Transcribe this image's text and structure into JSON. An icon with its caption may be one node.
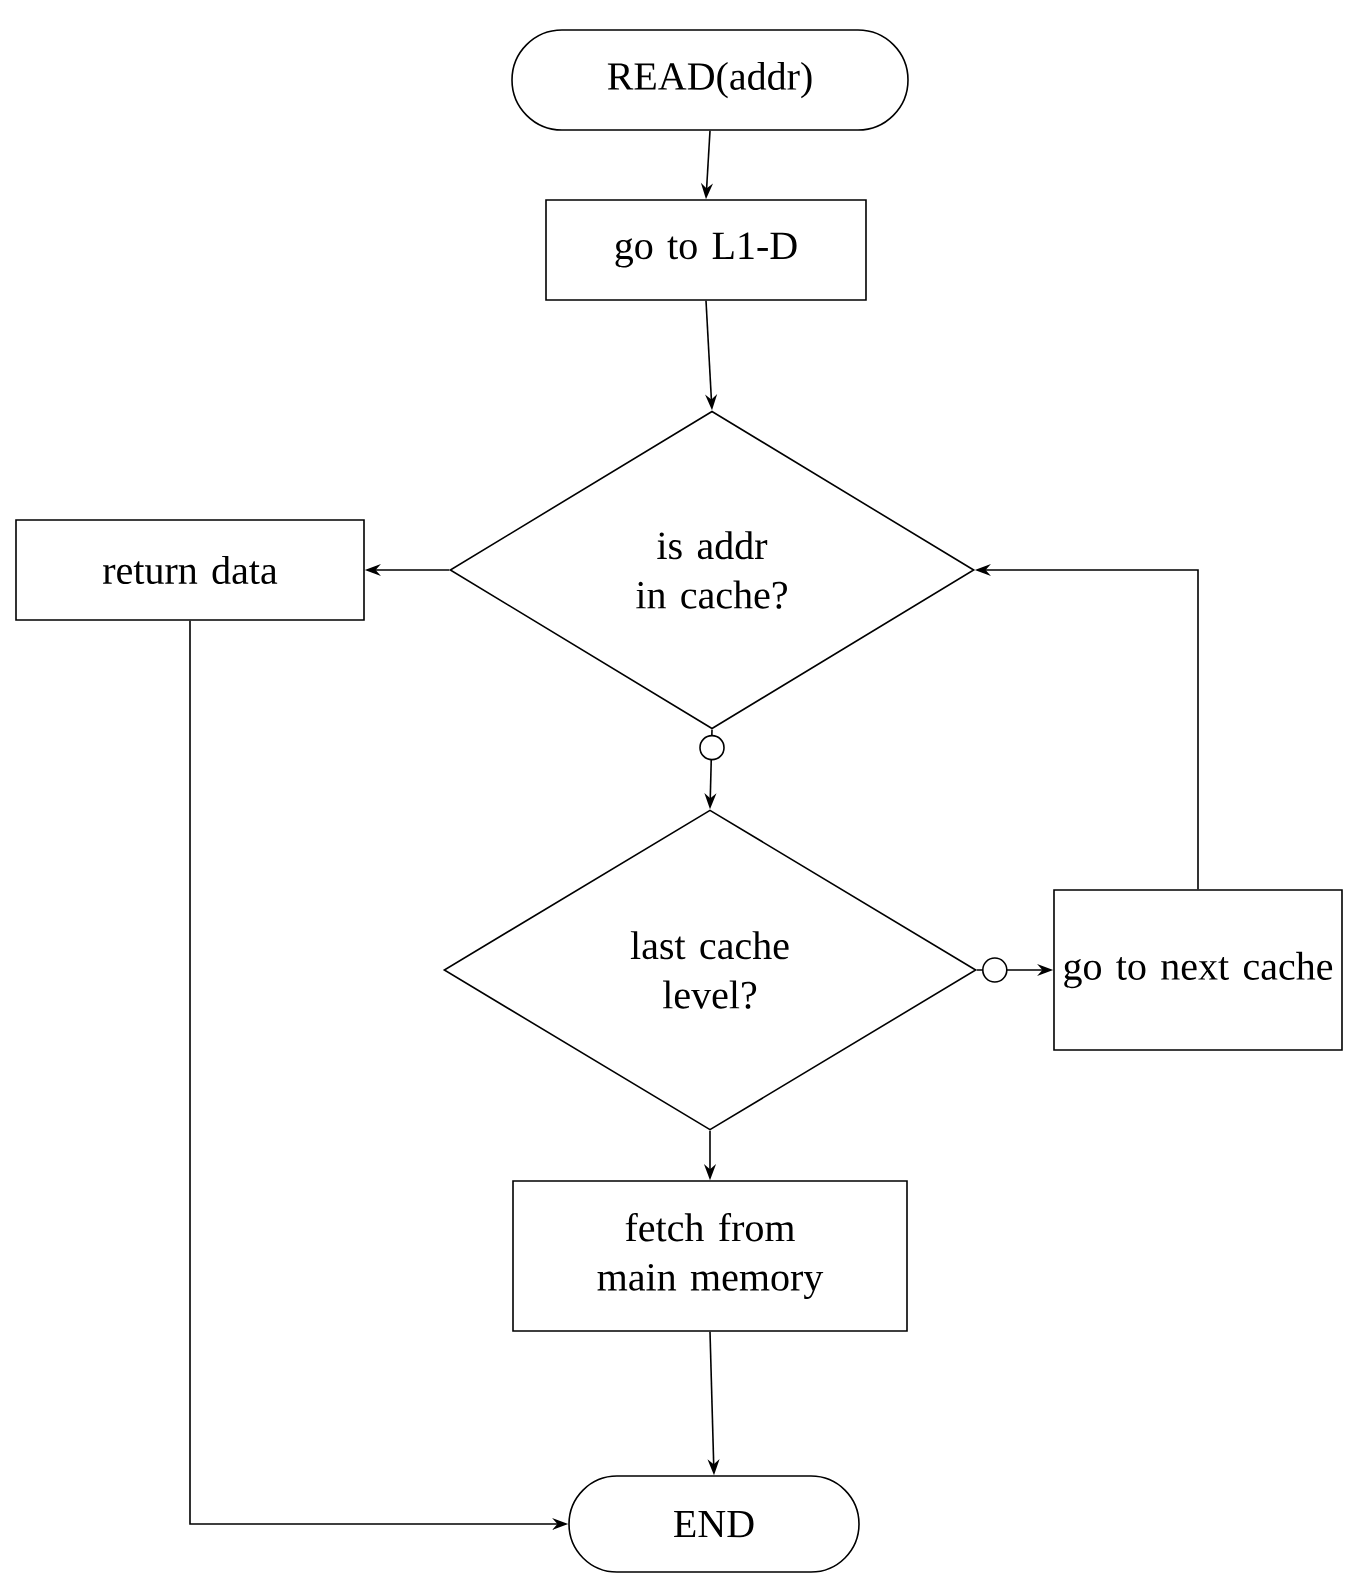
{
  "diagram": {
    "nodes": [
      {
        "text": [
          "READ(addr)"
        ]
      },
      {
        "text": [
          "go to L1-D"
        ]
      },
      {
        "text": [
          "is addr in cache?"
        ]
      },
      {
        "text": [
          "return data"
        ]
      },
      {
        "text": [
          "last cache level?"
        ]
      },
      {
        "text": [
          "go to next cache"
        ]
      },
      {
        "text": [
          "fetch from main memory"
        ]
      },
      {
        "text": [
          "END"
        ]
      }
    ],
    "edges": [
      {
        "from": 0,
        "to": 1,
        "arrow": "to"
      },
      {
        "from": 1,
        "to": 2,
        "arrow": "to"
      },
      {
        "from": 2,
        "to": 3,
        "arrow": "to"
      },
      {
        "from": 2,
        "to": 4,
        "arrow": "to"
      },
      {
        "from": 4,
        "to": 5,
        "arrow": "to"
      },
      {
        "from": 5,
        "to": 2,
        "arrow": "to"
      },
      {
        "from": 4,
        "to": 6,
        "arrow": "to"
      },
      {
        "from": 6,
        "to": 7,
        "arrow": "to"
      },
      {
        "from": 3,
        "to": 7,
        "arrow": "to"
      }
    ]
  }
}
